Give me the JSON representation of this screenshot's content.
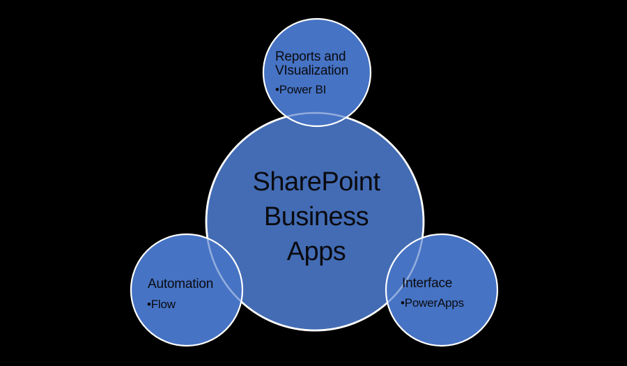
{
  "colors": {
    "background": "#000000",
    "center_fill": "#436CB4",
    "node_fill": "#4673C4",
    "circle_stroke": "#FFFFFF",
    "text": "#0A0A0F"
  },
  "center_node": {
    "line1": "SharePoint",
    "line2": "Business",
    "line3": "Apps"
  },
  "top_node": {
    "line1": "Reports and",
    "line2": "VIsualization",
    "bullet": "•Power BI"
  },
  "left_node": {
    "title": "Automation",
    "bullet": "•Flow"
  },
  "right_node": {
    "title": "Interface",
    "bullet": "•PowerApps"
  }
}
